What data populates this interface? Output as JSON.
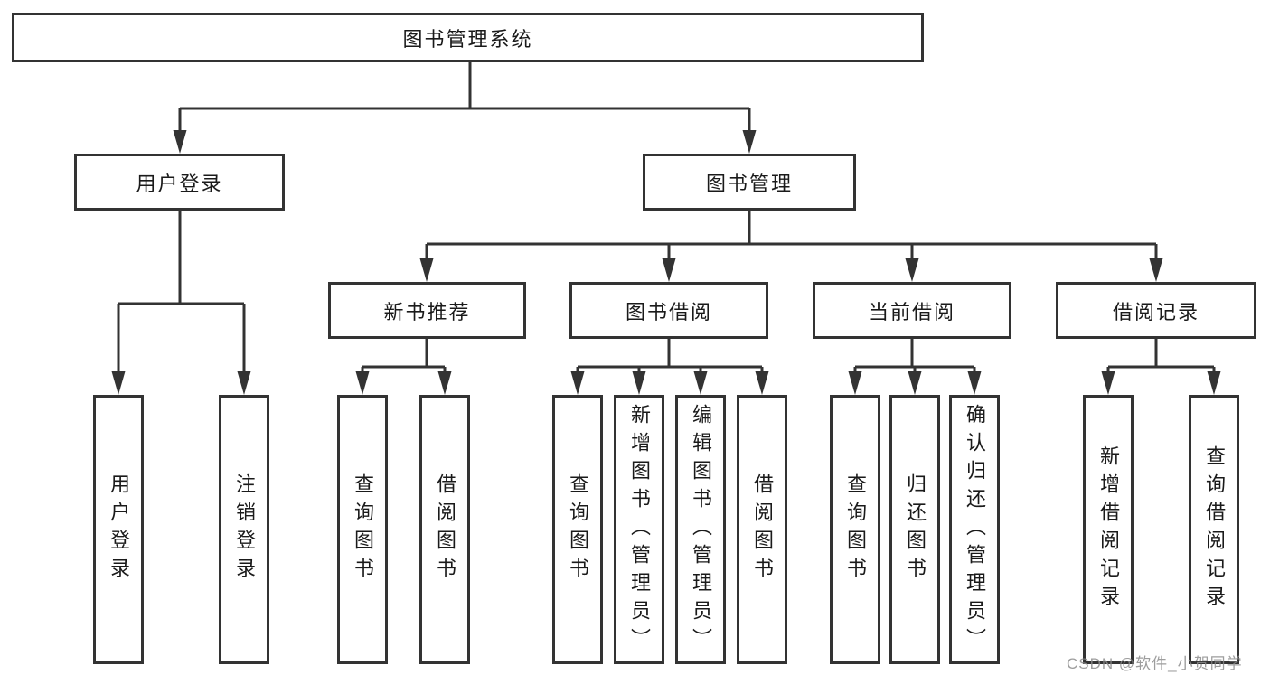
{
  "diagram": {
    "title": "图书管理系统",
    "nodes": {
      "root": {
        "label": "图书管理系统"
      },
      "user_login": {
        "label": "用户登录"
      },
      "book_mgmt": {
        "label": "图书管理"
      },
      "new_book_rec": {
        "label": "新书推荐"
      },
      "book_borrow": {
        "label": "图书借阅"
      },
      "current_borrow": {
        "label": "当前借阅"
      },
      "borrow_records": {
        "label": "借阅记录"
      },
      "leaf_user_login": {
        "label": "用户登录"
      },
      "leaf_logout": {
        "label": "注销登录"
      },
      "nb_query": {
        "label": "查询图书"
      },
      "nb_borrow": {
        "label": "借阅图书"
      },
      "bb_query": {
        "label": "查询图书"
      },
      "bb_add": {
        "label": "新增图书（管理员）"
      },
      "bb_edit": {
        "label": "编辑图书（管理员）"
      },
      "bb_borrow": {
        "label": "借阅图书"
      },
      "cb_query": {
        "label": "查询图书"
      },
      "cb_return": {
        "label": "归还图书"
      },
      "cb_confirm": {
        "label": "确认归还（管理员）"
      },
      "br_add": {
        "label": "新增借阅记录"
      },
      "br_query": {
        "label": "查询借阅记录"
      }
    },
    "structure": {
      "root": [
        "user_login",
        "book_mgmt"
      ],
      "user_login": [
        "leaf_user_login",
        "leaf_logout"
      ],
      "book_mgmt": [
        "new_book_rec",
        "book_borrow",
        "current_borrow",
        "borrow_records"
      ],
      "new_book_rec": [
        "nb_query",
        "nb_borrow"
      ],
      "book_borrow": [
        "bb_query",
        "bb_add",
        "bb_edit",
        "bb_borrow"
      ],
      "current_borrow": [
        "cb_query",
        "cb_return",
        "cb_confirm"
      ],
      "borrow_records": [
        "br_add",
        "br_query"
      ]
    }
  },
  "watermark": {
    "text": "CSDN @软件_小贺同学"
  },
  "colors": {
    "line": "#333333",
    "box_border": "#333333",
    "text": "#1a1a1a",
    "watermark": "#8c8c8c",
    "background": "#ffffff"
  }
}
